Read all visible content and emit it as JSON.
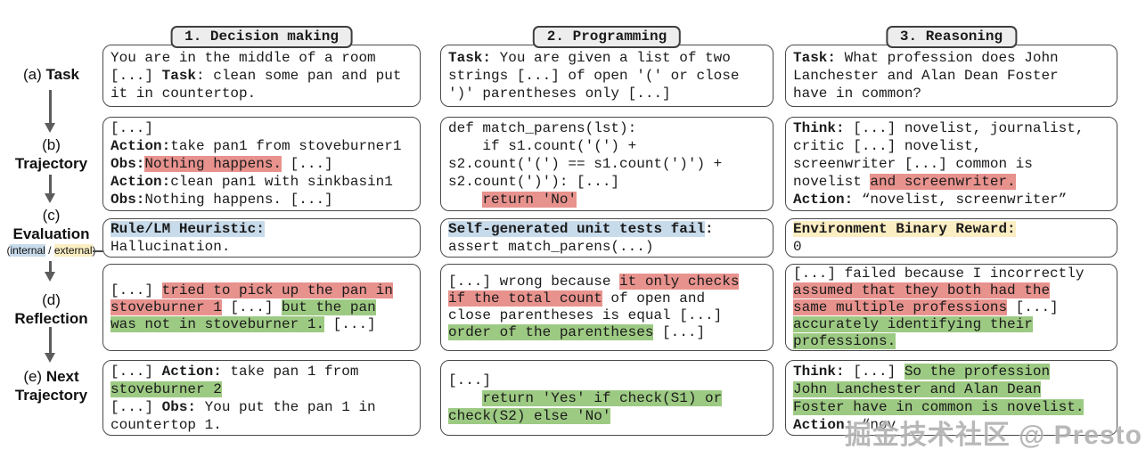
{
  "colors": {
    "red": "#e8928e",
    "green": "#9dca83",
    "blue": "#c8dbeb",
    "yellow": "#fbeec3"
  },
  "rail": {
    "a": [
      {
        "t": "(a) "
      },
      {
        "t": "Task",
        "b": true
      }
    ],
    "b": [
      {
        "t": "(b)\n"
      },
      {
        "t": "Trajectory",
        "b": true
      }
    ],
    "c": [
      {
        "t": "(c)\n"
      },
      {
        "t": "Evaluation",
        "b": true
      }
    ],
    "c_sub": [
      {
        "t": "("
      },
      {
        "t": "internal",
        "h": "blue"
      },
      {
        "t": " / "
      },
      {
        "t": "external",
        "h": "yellow"
      },
      {
        "t": ")"
      }
    ],
    "d": [
      {
        "t": "(d)\n"
      },
      {
        "t": "Reflection",
        "b": true
      }
    ],
    "e": [
      {
        "t": "(e) "
      },
      {
        "t": "Next\nTrajectory",
        "b": true
      }
    ]
  },
  "columns": [
    {
      "title": "1. Decision making",
      "task": [
        {
          "t": "You are in the middle of a room\n[...] "
        },
        {
          "t": "Task",
          "b": true
        },
        {
          "t": ": clean some pan and put\nit in countertop."
        }
      ],
      "trajectory": [
        {
          "t": "[...]\n"
        },
        {
          "t": "Action:",
          "b": true
        },
        {
          "t": "take pan1 from stoveburner1\n"
        },
        {
          "t": "Obs:",
          "b": true
        },
        {
          "t": "Nothing happens.",
          "h": "red"
        },
        {
          "t": " [...]\n"
        },
        {
          "t": "Action:",
          "b": true
        },
        {
          "t": "clean pan1 with sinkbasin1\n"
        },
        {
          "t": "Obs:",
          "b": true
        },
        {
          "t": "Nothing happens. [...]"
        }
      ],
      "evaluation": [
        {
          "t": "Rule/LM Heuristic:",
          "b": true,
          "h": "blue"
        },
        {
          "t": "\nHallucination."
        }
      ],
      "reflection": [
        {
          "t": "[...] "
        },
        {
          "t": "tried to pick up the pan in\nstoveburner 1",
          "h": "red"
        },
        {
          "t": " [...] "
        },
        {
          "t": "but the pan\nwas not in stoveburner 1.",
          "h": "green"
        },
        {
          "t": " [...]"
        }
      ],
      "next_trajectory": [
        {
          "t": "[...] "
        },
        {
          "t": "Action:",
          "b": true
        },
        {
          "t": " take pan 1 from\n"
        },
        {
          "t": "stoveburner 2",
          "h": "green"
        },
        {
          "t": "\n[...] "
        },
        {
          "t": "Obs:",
          "b": true
        },
        {
          "t": " You put the pan 1 in\ncountertop 1."
        }
      ]
    },
    {
      "title": "2. Programming",
      "task": [
        {
          "t": "Task:",
          "b": true
        },
        {
          "t": " You are given a list of two\nstrings [...] of open '(' or close\n')' parentheses only [...]"
        }
      ],
      "trajectory": [
        {
          "t": "def match_parens(lst):\n    if s1.count('(') +\ns2.count('(') == s1.count(')') +\ns2.count(')'): [...]\n    "
        },
        {
          "t": "return 'No'",
          "h": "red"
        }
      ],
      "evaluation": [
        {
          "t": "Self-generated unit tests fail",
          "b": true,
          "h": "blue"
        },
        {
          "t": ":",
          "b": true
        },
        {
          "t": "\nassert match_parens(...)"
        }
      ],
      "reflection": [
        {
          "t": "[...] wrong because "
        },
        {
          "t": "it only checks\nif the total count",
          "h": "red"
        },
        {
          "t": " of open and\nclose parentheses is equal [...]\n"
        },
        {
          "t": "order of the parentheses",
          "h": "green"
        },
        {
          "t": " [...]"
        }
      ],
      "next_trajectory": [
        {
          "t": "[...]\n    "
        },
        {
          "t": "return 'Yes' if check(S1) or\ncheck(S2) else 'No'",
          "h": "green"
        }
      ]
    },
    {
      "title": "3. Reasoning",
      "task": [
        {
          "t": "Task:",
          "b": true
        },
        {
          "t": " What profession does John\nLanchester and Alan Dean Foster\nhave in common?"
        }
      ],
      "trajectory": [
        {
          "t": "Think:",
          "b": true
        },
        {
          "t": " [...] novelist, journalist,\ncritic [...] novelist,\nscreenwriter [...] common is\nnovelist "
        },
        {
          "t": "and screenwriter.",
          "h": "red"
        },
        {
          "t": "\n"
        },
        {
          "t": "Action:",
          "b": true
        },
        {
          "t": " “novelist, screenwriter”"
        }
      ],
      "evaluation": [
        {
          "t": "Environment Binary Reward:",
          "b": true,
          "h": "yellow"
        },
        {
          "t": "\n0"
        }
      ],
      "reflection": [
        {
          "t": "[...] failed because I incorrectly\n"
        },
        {
          "t": "assumed that they both had the\nsame multiple professions",
          "h": "red"
        },
        {
          "t": " [...]\n"
        },
        {
          "t": "accurately identifying their\nprofessions.",
          "h": "green"
        }
      ],
      "next_trajectory": [
        {
          "t": "Think:",
          "b": true
        },
        {
          "t": " [...] "
        },
        {
          "t": "So the profession\nJohn Lanchester and Alan Dean\nFoster have in common is novelist.",
          "h": "green"
        },
        {
          "t": "\n"
        },
        {
          "t": "Action:",
          "b": true
        },
        {
          "t": " “nov"
        }
      ]
    }
  ],
  "watermark": "掘金技术社区 @ Presto"
}
